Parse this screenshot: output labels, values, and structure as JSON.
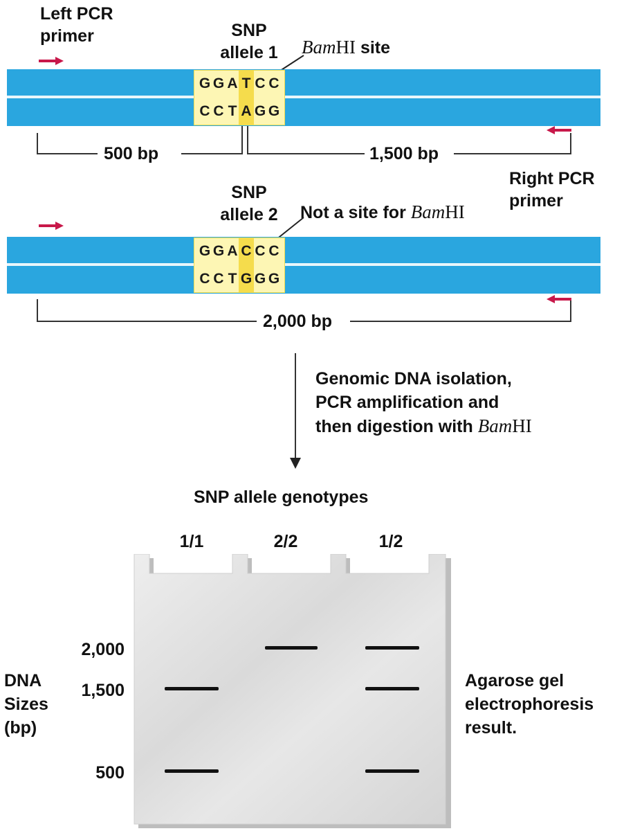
{
  "top_panel": {
    "left_primer_label_1": "Left PCR",
    "left_primer_label_2": "primer",
    "snp_allele1_label_1": "SNP",
    "snp_allele1_label_2": "allele 1",
    "bamhi_site_italic": "Bam",
    "bamhi_site_roman": "HI site",
    "allele1_top_seq": [
      "G",
      "G",
      "A",
      "T",
      "C",
      "C"
    ],
    "allele1_bottom_seq": [
      "C",
      "C",
      "T",
      "A",
      "G",
      "G"
    ],
    "len_500": "500 bp",
    "len_1500": "1,500 bp",
    "right_primer_label_1": "Right PCR",
    "right_primer_label_2": "primer"
  },
  "middle_panel": {
    "snp_allele2_label_1": "SNP",
    "snp_allele2_label_2": "allele 2",
    "not_site_prefix": "Not a site for ",
    "not_site_italic": "Bam",
    "not_site_roman": "HI",
    "allele2_top_seq": [
      "G",
      "G",
      "A",
      "C",
      "C",
      "C"
    ],
    "allele2_bottom_seq": [
      "C",
      "C",
      "T",
      "G",
      "G",
      "G"
    ],
    "len_2000": "2,000 bp"
  },
  "process": {
    "line1": "Genomic DNA isolation,",
    "line2": "PCR amplification and",
    "line3_prefix": "then digestion with ",
    "line3_italic": "Bam",
    "line3_roman": "HI"
  },
  "gel": {
    "title": "SNP allele genotypes",
    "lanes": [
      "1/1",
      "2/2",
      "1/2"
    ],
    "size_labels": [
      "2,000",
      "1,500",
      "500"
    ],
    "axis_label_1": "DNA",
    "axis_label_2": "Sizes",
    "axis_label_3": "(bp)",
    "result_label_1": "Agarose gel",
    "result_label_2": "electrophoresis",
    "result_label_3": "result.",
    "bands": [
      {
        "lane": "1/1",
        "size": 1500
      },
      {
        "lane": "1/1",
        "size": 500
      },
      {
        "lane": "2/2",
        "size": 2000
      },
      {
        "lane": "1/2",
        "size": 2000
      },
      {
        "lane": "1/2",
        "size": 1500
      },
      {
        "lane": "1/2",
        "size": 500
      }
    ]
  },
  "colors": {
    "dna_strand": "#2aa6df",
    "sequence_box": "#fdf6b4",
    "snp_highlight": "#f5dc4c",
    "primer_arrow": "#c8184a",
    "gel": "#dedede",
    "band": "#111111"
  }
}
